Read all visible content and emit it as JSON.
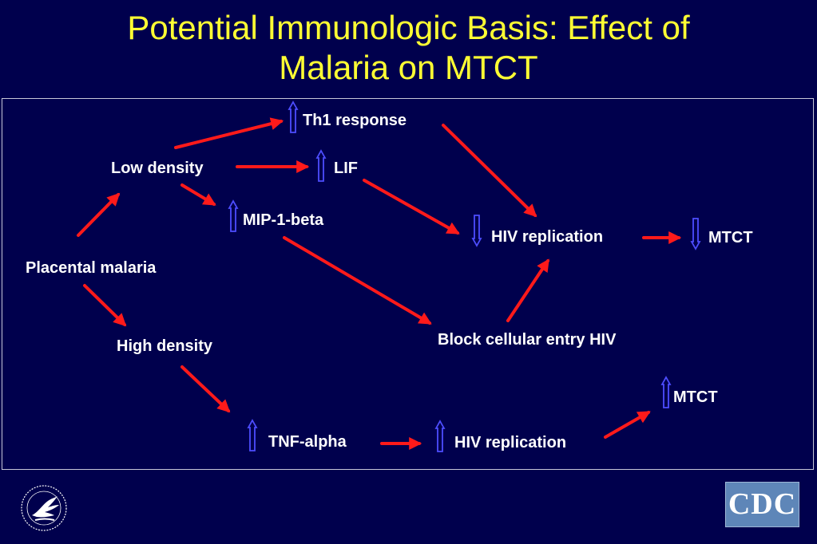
{
  "title": {
    "line1": "Potential Immunologic Basis: Effect of",
    "line2": "Malaria on MTCT"
  },
  "nodes": {
    "placental_malaria": "Placental malaria",
    "low_density": "Low density",
    "high_density": "High density",
    "th1_response": "Th1 response",
    "lif": "LIF",
    "mip1beta": "MIP-1-beta",
    "hiv_replication_down": "HIV replication",
    "mtct_down": "MTCT",
    "block_entry": "Block cellular entry HIV",
    "tnf_alpha": "TNF-alpha",
    "hiv_replication_up": "HIV replication",
    "mtct_up": "MTCT"
  },
  "indicators": {
    "th1_response": "up",
    "lif": "up",
    "mip1beta": "up",
    "hiv_replication_down": "down",
    "mtct_down": "down",
    "mtct_up": "up",
    "tnf_alpha": "up",
    "hiv_replication_up": "up"
  },
  "colors": {
    "background": "#00004d",
    "title": "#ffff33",
    "connector_arrow": "#ff1a1a",
    "indicator_arrow": "#4d4dff",
    "label": "#ffffff"
  },
  "logos": {
    "hhs": "hhs-seal-icon",
    "cdc": "CDC"
  }
}
